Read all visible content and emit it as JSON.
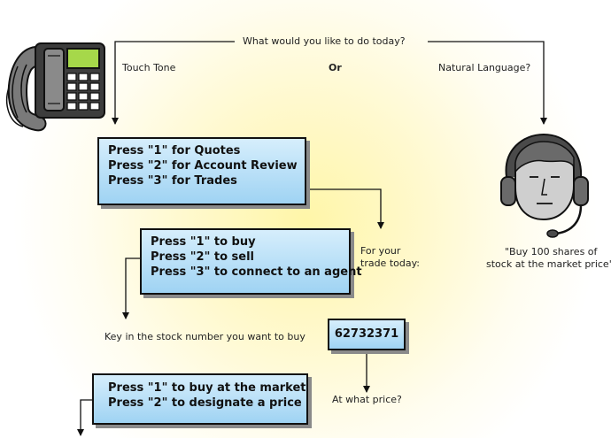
{
  "prompt": "What would you like to do today?",
  "touch_tone": "Touch Tone",
  "or": "Or",
  "natural_language": "Natural Language?",
  "menu_main": [
    "Press \"1\" for Quotes",
    "Press \"2\" for Account Review",
    "Press \"3\" for Trades"
  ],
  "trade_prompt": [
    "For your",
    "trade today:"
  ],
  "menu_trade": [
    "Press \"1\" to buy",
    "Press \"2\" to sell",
    "Press \"3\" to connect to an agent"
  ],
  "stock_prompt": "Key in the stock number you want to buy",
  "stock_number": "62732371",
  "price_prompt": "At what price?",
  "menu_price": [
    "Press \"1\" to buy at the market",
    "Press \"2\" to designate a price"
  ],
  "spoken_request": [
    "\"Buy 100 shares of",
    "stock at the market price\""
  ],
  "icons": [
    "telephone-icon",
    "headset-agent-icon"
  ]
}
